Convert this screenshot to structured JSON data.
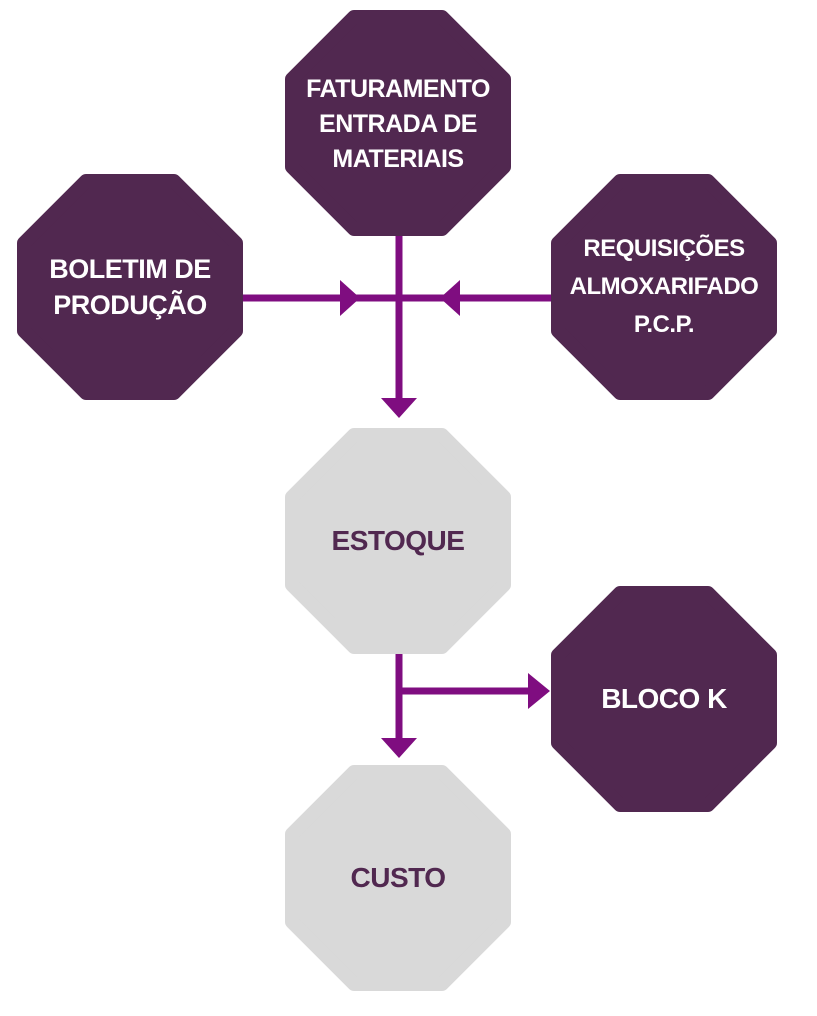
{
  "colors": {
    "dark_node": "#512850",
    "light_node": "#d9d9d9",
    "arrow": "#7f0d80",
    "dark_text": "#ffffff",
    "light_text": "#512850"
  },
  "nodes": {
    "faturamento": {
      "lines": [
        "FATURAMENTO",
        "ENTRADA DE",
        "MATERIAIS"
      ]
    },
    "boletim": {
      "lines": [
        "BOLETIM DE",
        "PRODUÇÃO"
      ]
    },
    "requisicoes": {
      "lines": [
        "REQUISIÇÕES",
        "ALMOXARIFADO",
        "P.C.P."
      ]
    },
    "estoque": {
      "lines": [
        "ESTOQUE"
      ]
    },
    "bloco_k": {
      "lines": [
        "BLOCO K"
      ]
    },
    "custo": {
      "lines": [
        "CUSTO"
      ]
    }
  }
}
